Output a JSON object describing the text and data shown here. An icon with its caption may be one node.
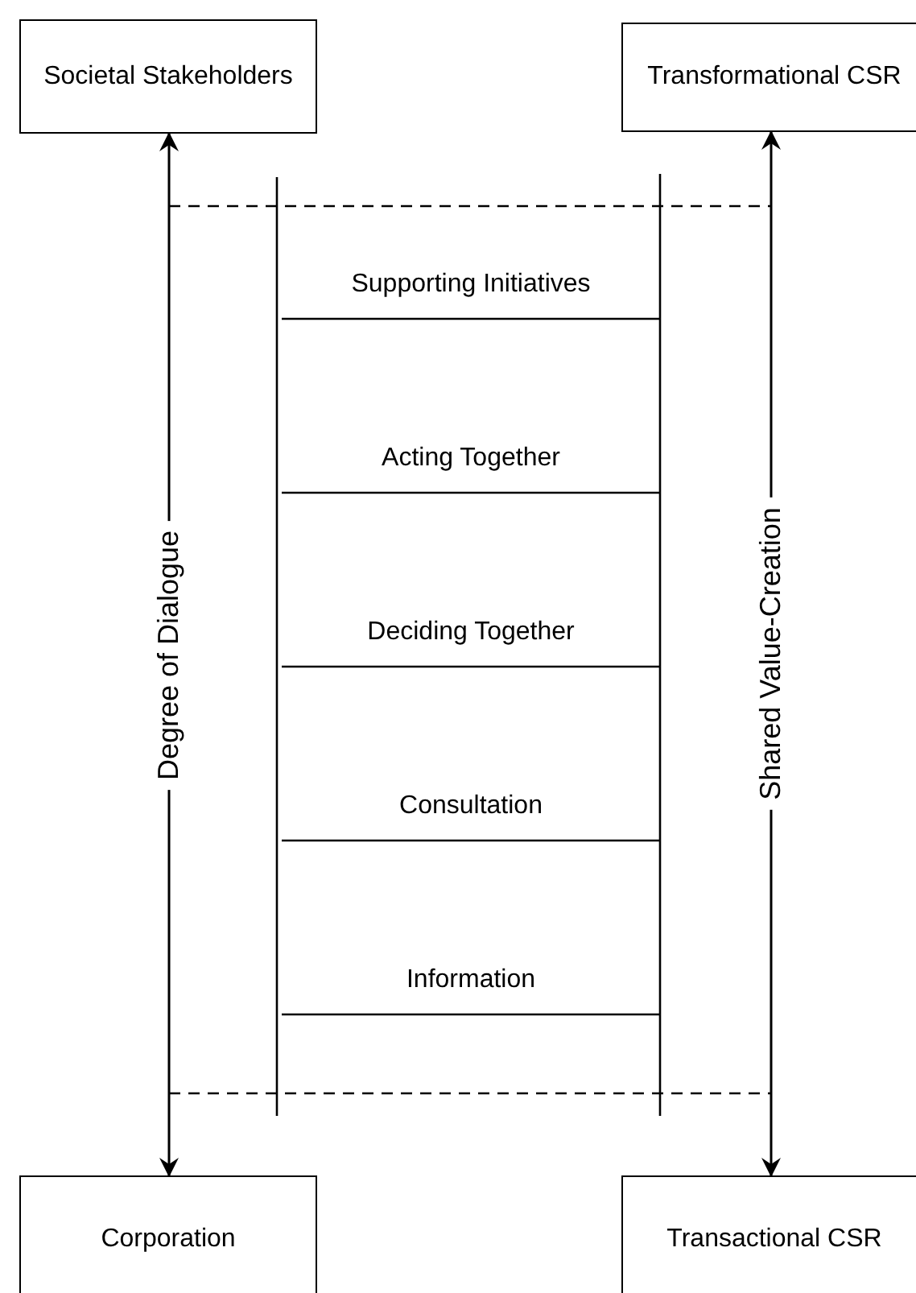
{
  "diagram": {
    "nodes": [
      {
        "text": [
          "Societal Stakeholders"
        ]
      },
      {
        "text": [
          "Transformational CSR"
        ]
      },
      {
        "text": [
          "Corporation"
        ]
      },
      {
        "text": [
          "Transactional CSR"
        ]
      }
    ],
    "edges": [
      {
        "from": 2,
        "to": 0,
        "arrow": "both",
        "label": "Degree of Dialogue"
      },
      {
        "from": 3,
        "to": 1,
        "arrow": "both",
        "label": "Shared Value-Creation"
      }
    ],
    "labels": [
      "Supporting Initiatives",
      "Acting Together",
      "Deciding Together",
      "Consultation",
      "Information"
    ]
  }
}
